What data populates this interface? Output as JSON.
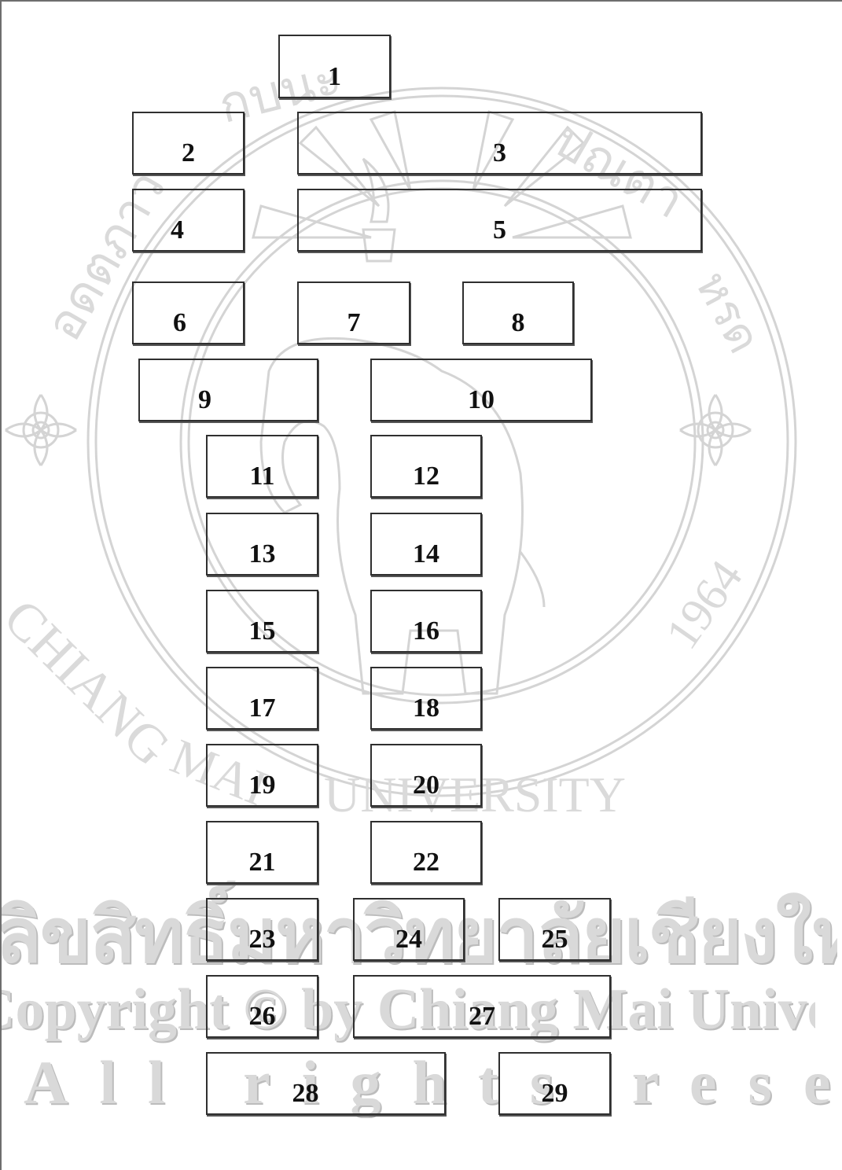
{
  "watermark": {
    "line_thai": "ลิขสิทธิ์มหาวิทยาลัยเชียงใหม่",
    "line_copyright": "Copyright © by Chiang Mai University",
    "line_rights": "All rights reserved",
    "seal_text": "CHIANG MAI UNIVERSITY 1964",
    "seal_thai": "อดตภาวกบนะ ปณตาหรด"
  },
  "boxes": [
    {
      "id": "1",
      "label": "1"
    },
    {
      "id": "2",
      "label": "2"
    },
    {
      "id": "3",
      "label": "3"
    },
    {
      "id": "4",
      "label": "4"
    },
    {
      "id": "5",
      "label": "5"
    },
    {
      "id": "6",
      "label": "6"
    },
    {
      "id": "7",
      "label": "7"
    },
    {
      "id": "8",
      "label": "8"
    },
    {
      "id": "9",
      "label": "9"
    },
    {
      "id": "10",
      "label": "10"
    },
    {
      "id": "11",
      "label": "11"
    },
    {
      "id": "12",
      "label": "12"
    },
    {
      "id": "13",
      "label": "13"
    },
    {
      "id": "14",
      "label": "14"
    },
    {
      "id": "15",
      "label": "15"
    },
    {
      "id": "16",
      "label": "16"
    },
    {
      "id": "17",
      "label": "17"
    },
    {
      "id": "18",
      "label": "18"
    },
    {
      "id": "19",
      "label": "19"
    },
    {
      "id": "20",
      "label": "20"
    },
    {
      "id": "21",
      "label": "21"
    },
    {
      "id": "22",
      "label": "22"
    },
    {
      "id": "23",
      "label": "23"
    },
    {
      "id": "24",
      "label": "24"
    },
    {
      "id": "25",
      "label": "25"
    },
    {
      "id": "26",
      "label": "26"
    },
    {
      "id": "27",
      "label": "27"
    },
    {
      "id": "28",
      "label": "28"
    },
    {
      "id": "29",
      "label": "29"
    }
  ]
}
